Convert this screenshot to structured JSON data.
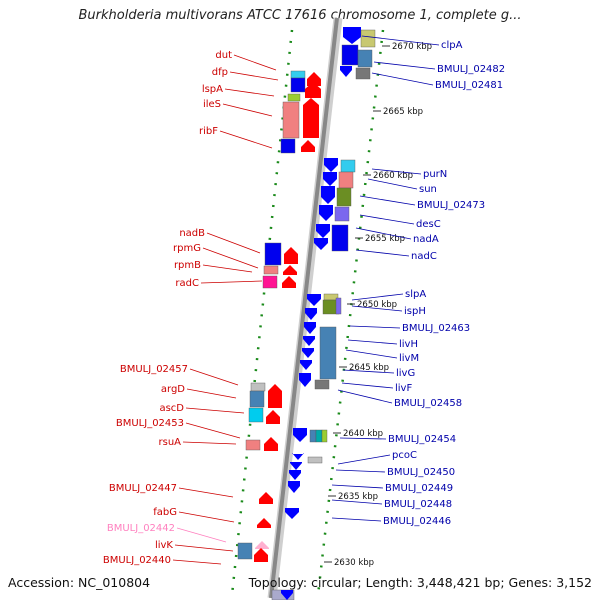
{
  "title": "Burkholderia multivorans ATCC 17616 chromosome 1, complete g...",
  "footer": {
    "accession": "Accession: NC_010804",
    "summary": "Topology: circular; Length: 3,448,421 bp; Genes: 3,152"
  },
  "colors": {
    "backbone": "#888888",
    "forward_gene": "#ff0000",
    "reverse_gene": "#0000ff",
    "left_label": "#cc0000",
    "left_label_faded": "#ff80bf",
    "right_label": "#0000aa",
    "tick_dots": "#1a8a1a"
  },
  "kbp_markers": [
    "2670 kbp",
    "2665 kbp",
    "2660 kbp",
    "2655 kbp",
    "2650 kbp",
    "2645 kbp",
    "2640 kbp",
    "2635 kbp",
    "2630 kbp"
  ],
  "left_genes": [
    "dut",
    "dfp",
    "lspA",
    "ileS",
    "ribF",
    "nadB",
    "rpmG",
    "rpmB",
    "radC",
    "BMULJ_02457",
    "argD",
    "ascD",
    "BMULJ_02453",
    "rsuA",
    "BMULJ_02447",
    "fabG",
    "BMULJ_02442",
    "livK",
    "BMULJ_02440"
  ],
  "right_genes": [
    "clpA",
    "BMULJ_02482",
    "BMULJ_02481",
    "purN",
    "sun",
    "BMULJ_02473",
    "desC",
    "nadA",
    "nadC",
    "slpA",
    "ispH",
    "BMULJ_02463",
    "livH",
    "livM",
    "livG",
    "livF",
    "BMULJ_02458",
    "BMULJ_02454",
    "pcoC",
    "BMULJ_02450",
    "BMULJ_02449",
    "BMULJ_02448",
    "BMULJ_02446"
  ]
}
